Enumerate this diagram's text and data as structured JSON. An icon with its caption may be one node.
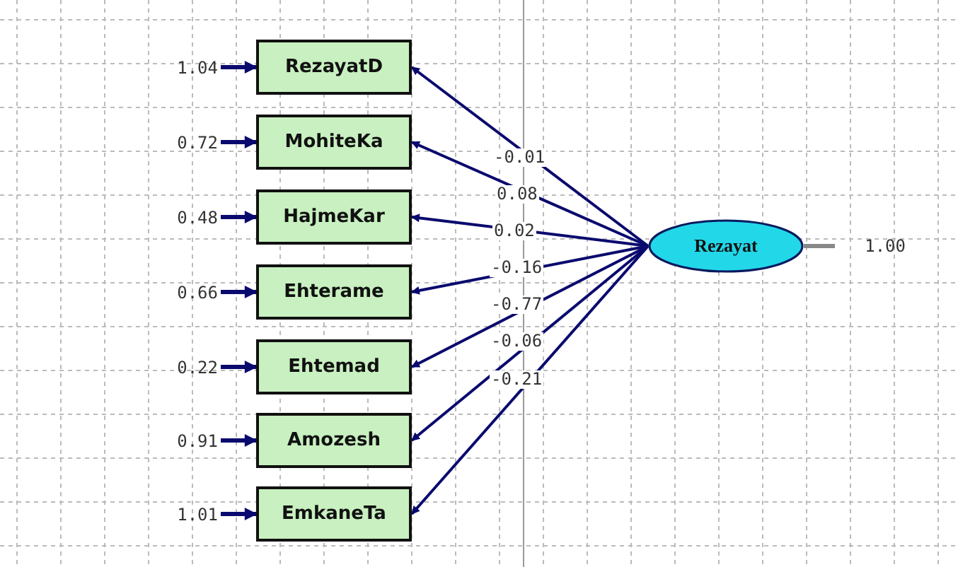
{
  "diagram": {
    "nodes": [
      {
        "text": [
          "RezayatD"
        ]
      },
      {
        "text": [
          "MohiteKa"
        ]
      },
      {
        "text": [
          "HajmeKar"
        ]
      },
      {
        "text": [
          "Ehterame"
        ]
      },
      {
        "text": [
          "Ehtemad"
        ]
      },
      {
        "text": [
          "Amozesh"
        ]
      },
      {
        "text": [
          "EmkaneTa"
        ]
      },
      {
        "text": [
          "Rezayat"
        ]
      },
      {
        "text": [
          "1.04"
        ]
      },
      {
        "text": [
          "0.72"
        ]
      },
      {
        "text": [
          "0.48"
        ]
      },
      {
        "text": [
          "0.66"
        ]
      },
      {
        "text": [
          "0.22"
        ]
      },
      {
        "text": [
          "0.91"
        ]
      },
      {
        "text": [
          "1.01"
        ]
      },
      {
        "text": [
          "1.00"
        ]
      }
    ],
    "edges": [
      {
        "from": 7,
        "to": 0,
        "arrow": "to",
        "label": "-0.01"
      },
      {
        "from": 7,
        "to": 1,
        "arrow": "to",
        "label": "0.08"
      },
      {
        "from": 7,
        "to": 2,
        "arrow": "to",
        "label": "0.02"
      },
      {
        "from": 7,
        "to": 3,
        "arrow": "to",
        "label": "-0.16"
      },
      {
        "from": 7,
        "to": 4,
        "arrow": "to",
        "label": "-0.77"
      },
      {
        "from": 7,
        "to": 5,
        "arrow": "to",
        "label": "-0.06"
      },
      {
        "from": 7,
        "to": 6,
        "arrow": "to",
        "label": "-0.21"
      },
      {
        "from": 8,
        "to": 0,
        "arrow": "to"
      },
      {
        "from": 9,
        "to": 1,
        "arrow": "to"
      },
      {
        "from": 10,
        "to": 2,
        "arrow": "to"
      },
      {
        "from": 11,
        "to": 3,
        "arrow": "to"
      },
      {
        "from": 12,
        "to": 4,
        "arrow": "to"
      },
      {
        "from": 13,
        "to": 5,
        "arrow": "to"
      },
      {
        "from": 14,
        "to": 6,
        "arrow": "to"
      },
      {
        "from": 15,
        "to": 7,
        "arrow": "none",
        "color": "#888888"
      }
    ]
  }
}
